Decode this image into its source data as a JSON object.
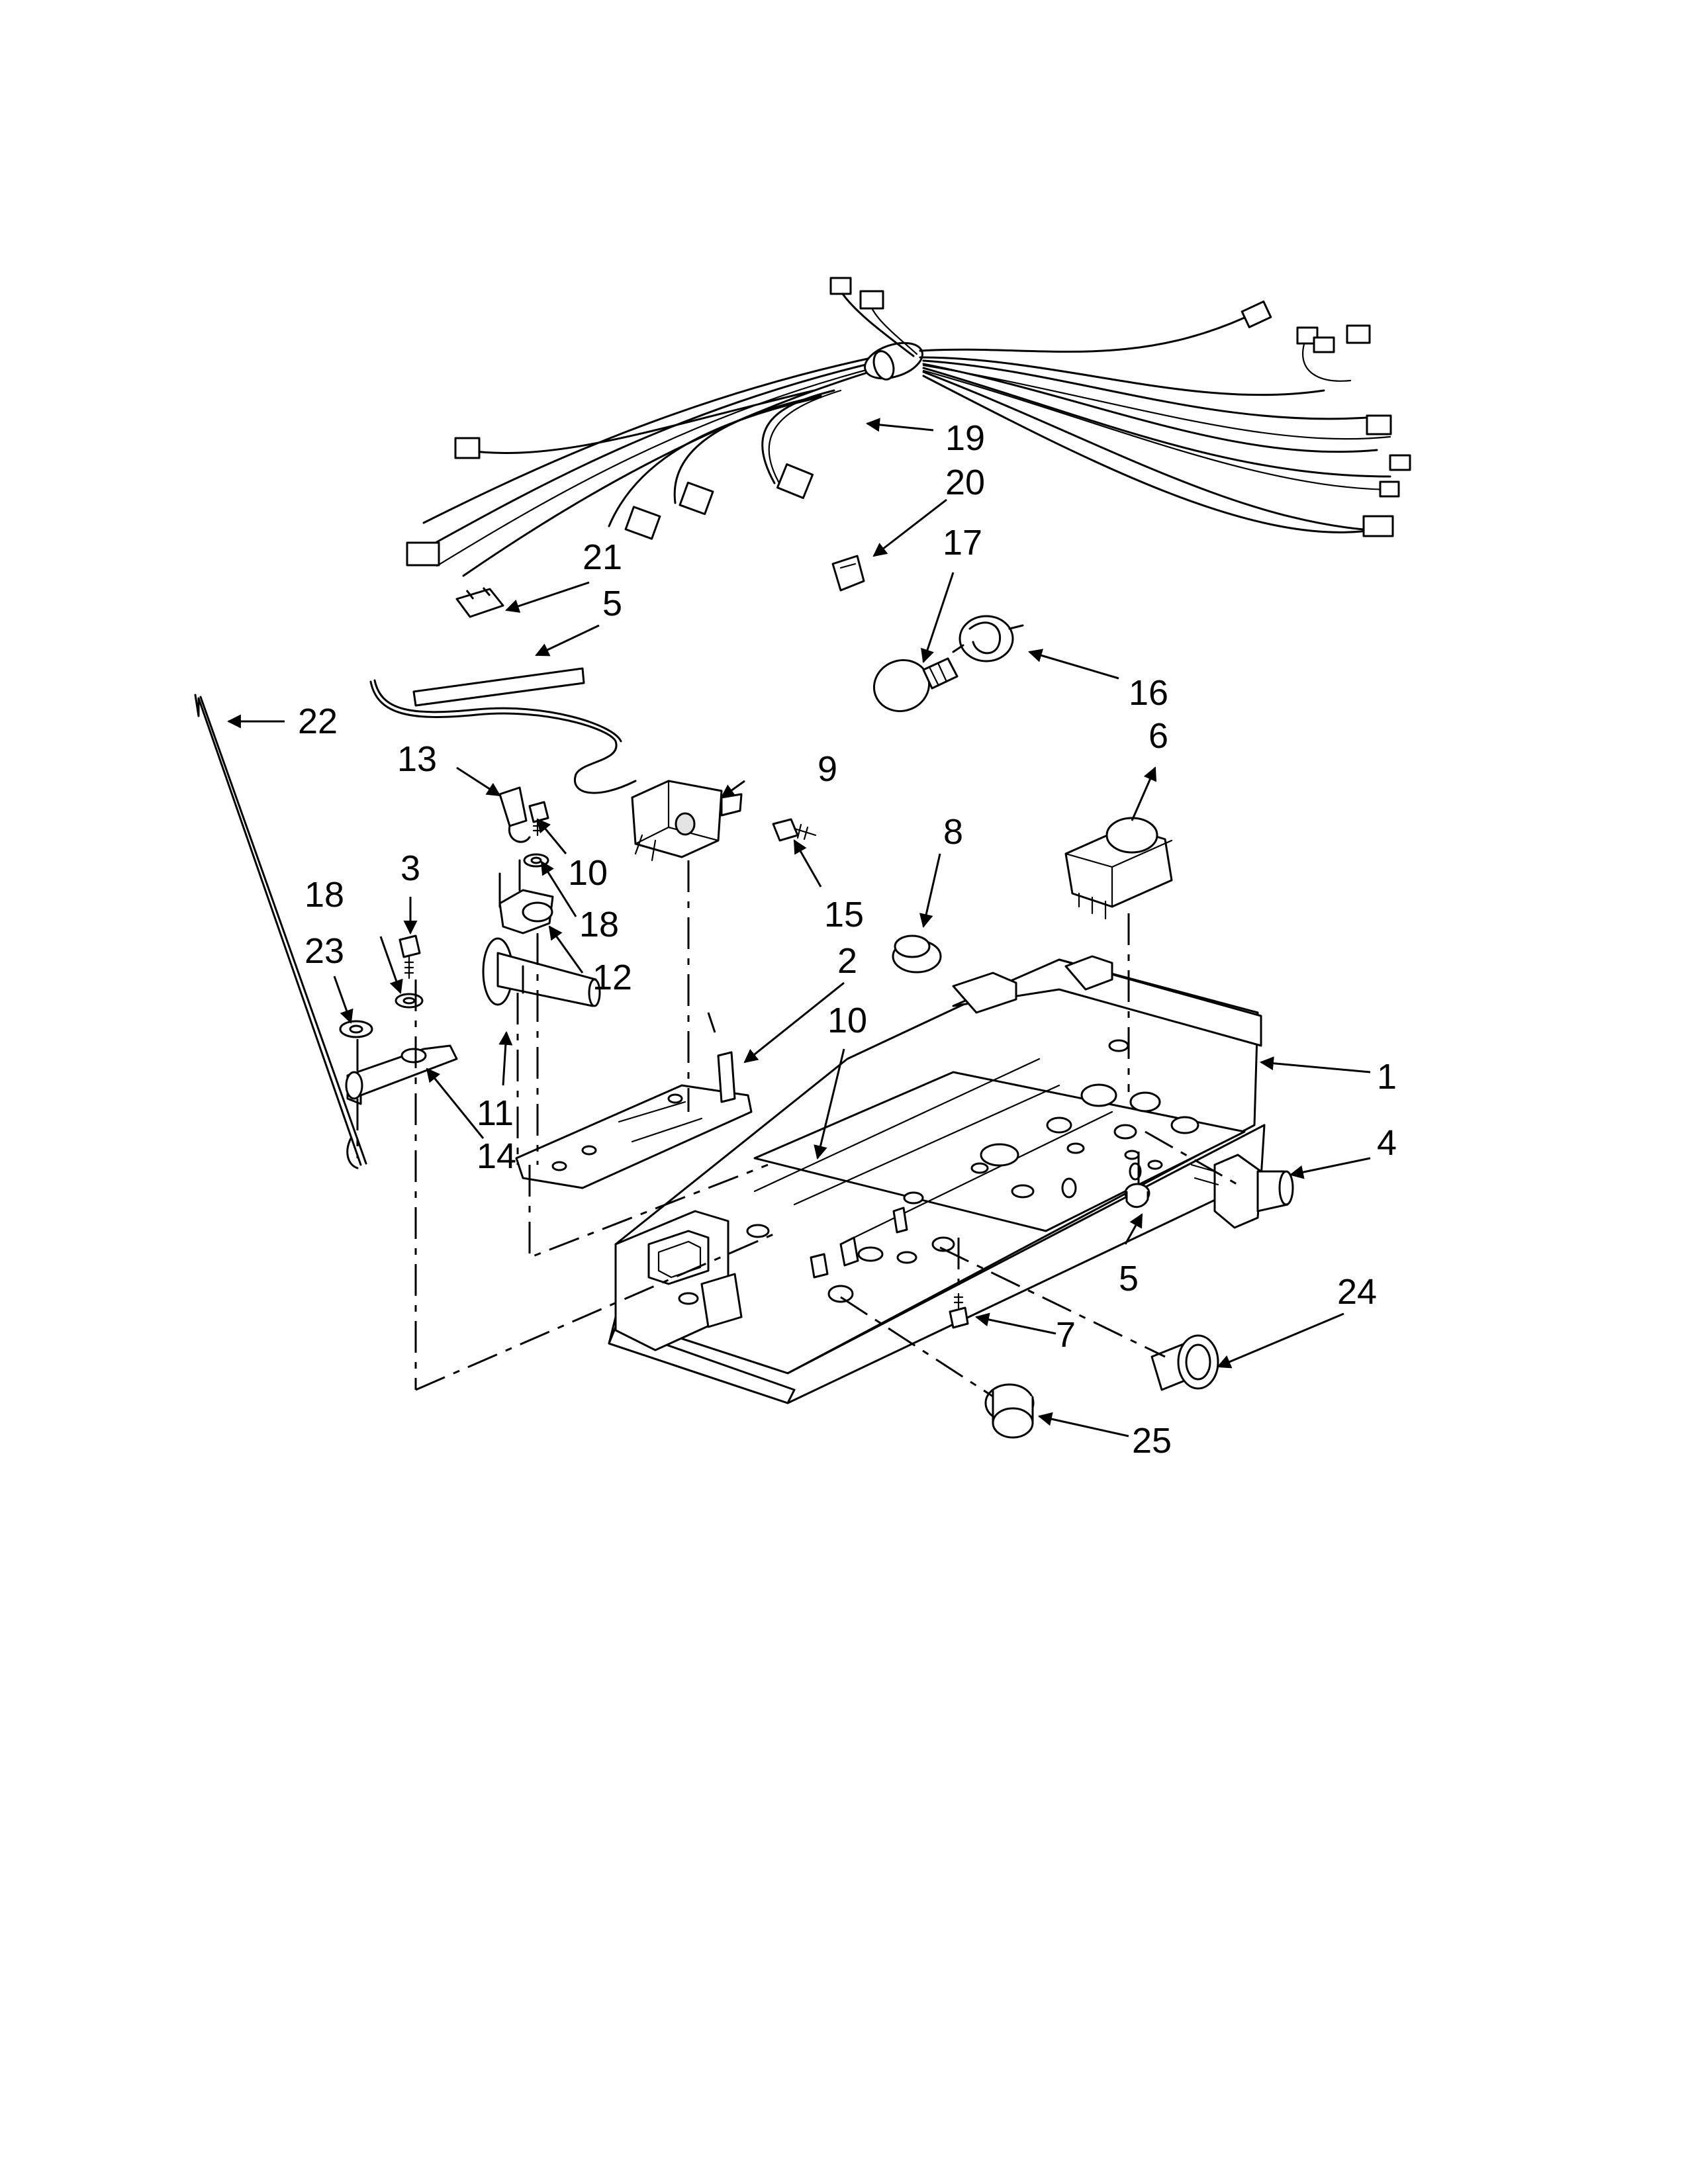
{
  "callouts": {
    "c1": "1",
    "c2": "2",
    "c3": "3",
    "c4": "4",
    "c5a": "5",
    "c5b": "5",
    "c6": "6",
    "c7": "7",
    "c8": "8",
    "c9": "9",
    "c10a": "10",
    "c10b": "10",
    "c11": "11",
    "c12": "12",
    "c13": "13",
    "c14": "14",
    "c15": "15",
    "c16": "16",
    "c17": "17",
    "c18a": "18",
    "c18b": "18",
    "c19": "19",
    "c20": "20",
    "c21": "21",
    "c22": "22",
    "c23": "23",
    "c24": "24",
    "c25": "25"
  }
}
